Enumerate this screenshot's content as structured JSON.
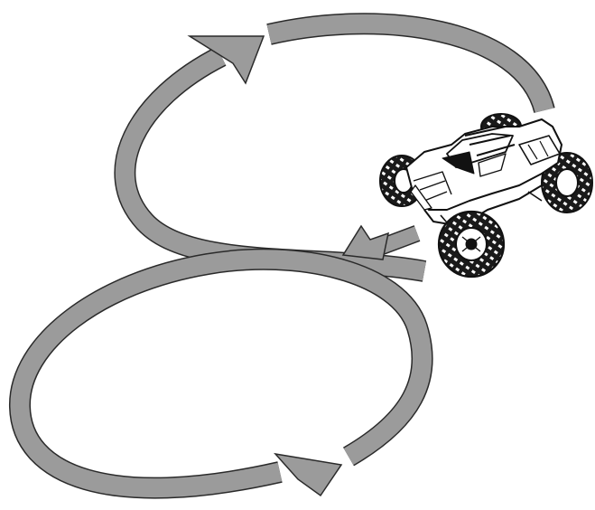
{
  "figure": {
    "subject": "rc-monster-truck",
    "path_shape": "figure-eight",
    "arrow_count": 4,
    "colors": {
      "path_fill": "#9b9b9b",
      "path_outline": "#2a2a2a",
      "truck_line": "#111111",
      "truck_body": "#ffffff",
      "tire": "#1a1a1a",
      "background": "#ffffff"
    },
    "icons": [
      "monster-truck-icon",
      "direction-arrow-icon"
    ]
  }
}
